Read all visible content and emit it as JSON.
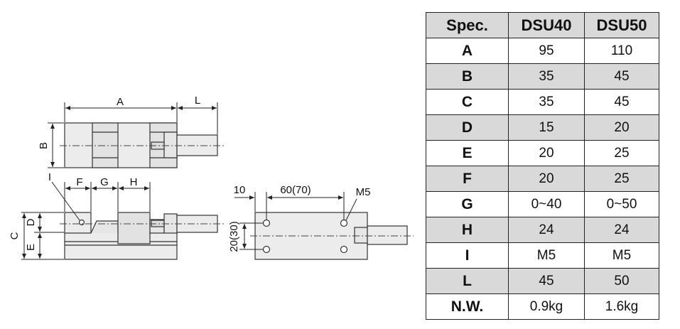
{
  "drawing": {
    "dims": {
      "A": "A",
      "L": "L",
      "B": "B",
      "I": "I",
      "F": "F",
      "G": "G",
      "H": "H",
      "C": "C",
      "D": "D",
      "E": "E",
      "ten": "10",
      "spacing": "60(70)",
      "thread": "M5",
      "vertical": "20(30)"
    }
  },
  "table": {
    "headers": [
      "Spec.",
      "DSU40",
      "DSU50"
    ],
    "rows": [
      {
        "label": "A",
        "dsu40": "95",
        "dsu50": "110"
      },
      {
        "label": "B",
        "dsu40": "35",
        "dsu50": "45"
      },
      {
        "label": "C",
        "dsu40": "35",
        "dsu50": "45"
      },
      {
        "label": "D",
        "dsu40": "15",
        "dsu50": "20"
      },
      {
        "label": "E",
        "dsu40": "20",
        "dsu50": "25"
      },
      {
        "label": "F",
        "dsu40": "20",
        "dsu50": "25"
      },
      {
        "label": "G",
        "dsu40": "0~40",
        "dsu50": "0~50"
      },
      {
        "label": "H",
        "dsu40": "24",
        "dsu50": "24"
      },
      {
        "label": "I",
        "dsu40": "M5",
        "dsu50": "M5"
      },
      {
        "label": "L",
        "dsu40": "45",
        "dsu50": "50"
      },
      {
        "label": "N.W.",
        "dsu40": "0.9kg",
        "dsu50": "1.6kg"
      }
    ]
  }
}
